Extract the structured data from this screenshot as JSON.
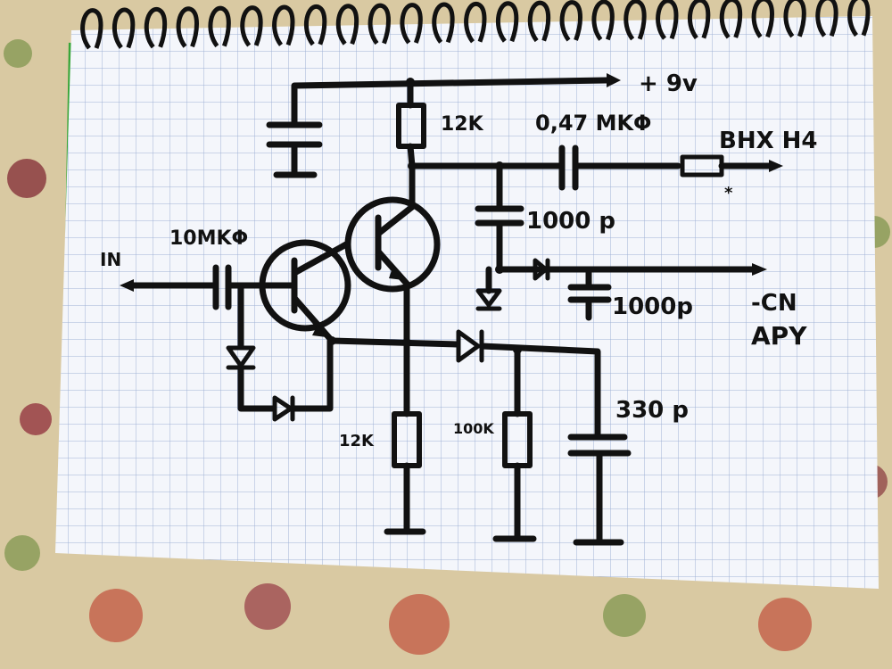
{
  "labels": {
    "supply": "+ 9v",
    "r_top": "12K",
    "c_out": "0,47 MKΦ",
    "out_label": "BHX  H4",
    "out_mark": "*",
    "c_mid": "1000 p",
    "c_in": "10MKΦ",
    "input": "IN",
    "c_agc": "1000p",
    "agc_line1": "-CN",
    "agc_line2": "APY",
    "r_emitter": "12K",
    "r_detector": "100K",
    "c_detector": "330 p"
  },
  "colors": {
    "ink": "#111111",
    "paper": "#f4f6fb",
    "grid": "#9fb1d6",
    "fabric": "#d9c9a2",
    "spine": "#3aa63a"
  }
}
